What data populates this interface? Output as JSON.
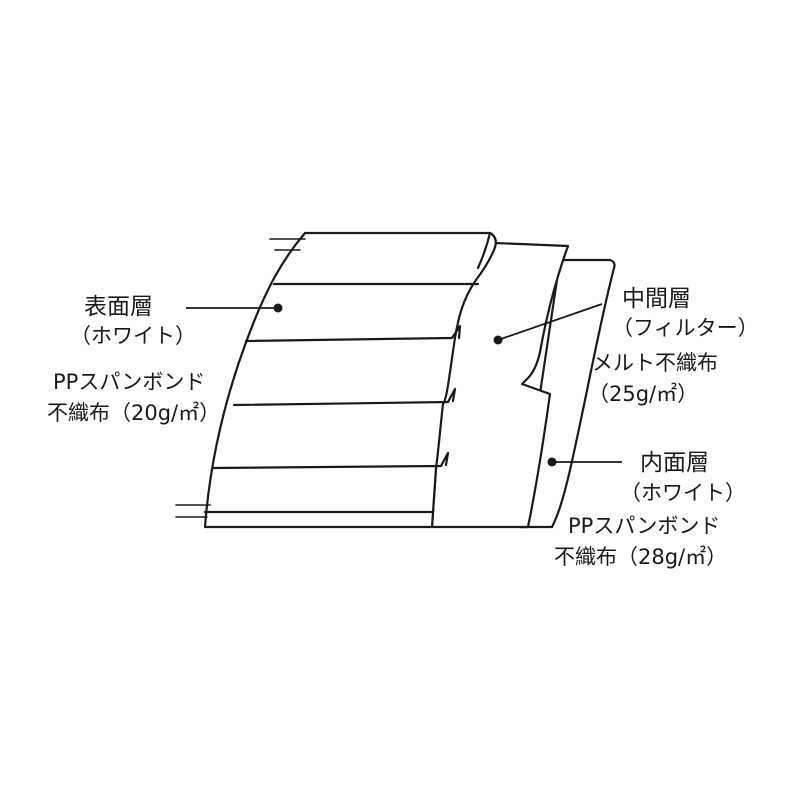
{
  "labels": {
    "outer_layer": {
      "title": "表面層",
      "color_note": "（ホワイト）",
      "material_line1": "PPスパンボンド",
      "material_line2": "不織布（20g/㎡）"
    },
    "middle_layer": {
      "title": "中間層",
      "role_note": "（フィルター）",
      "material_line1": "メルト不織布",
      "material_line2": "（25g/㎡）"
    },
    "inner_layer": {
      "title": "内面層",
      "color_note": "（ホワイト）",
      "material_line1": "PPスパンボンド",
      "material_line2": "不織布（28g/㎡）"
    }
  },
  "colors": {
    "stroke": "#1a1a1a",
    "background": "#ffffff"
  }
}
